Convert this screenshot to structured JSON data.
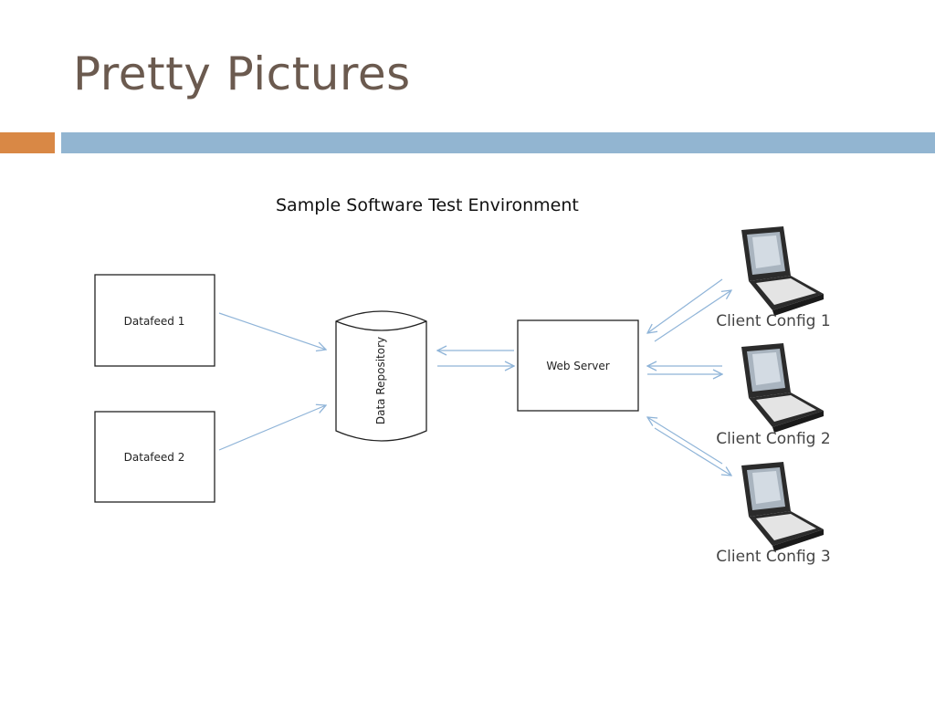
{
  "slide": {
    "title": "Pretty Pictures",
    "caption": "Sample Software Test Environment"
  },
  "diagram": {
    "datafeeds": [
      "Datafeed 1",
      "Datafeed 2"
    ],
    "repository": "Data Repository",
    "server": "Web Server",
    "clients": [
      "Client Config 1",
      "Client Config 2",
      "Client Config 3"
    ],
    "colors": {
      "title": "#6b5a4f",
      "accent_orange": "#d98845",
      "accent_blue": "#92b5d1",
      "arrow": "#8fb4d8"
    }
  }
}
